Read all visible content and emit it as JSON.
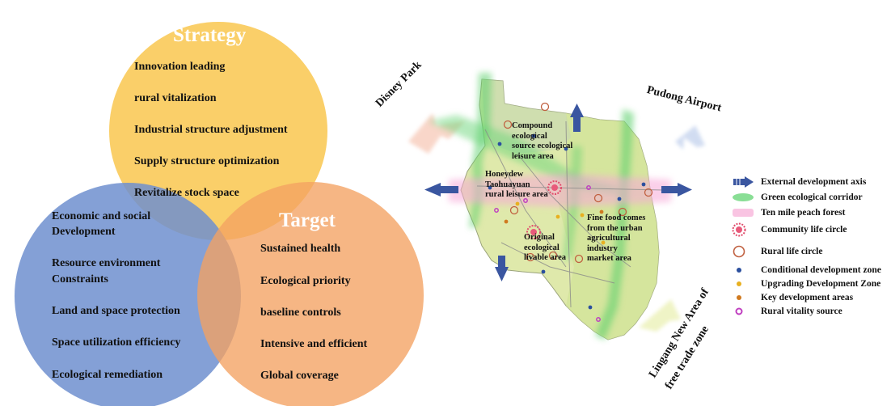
{
  "venn": {
    "strategy": {
      "title": "Strategy",
      "items": [
        "Innovation leading",
        "rural vitalization",
        "Industrial structure adjustment",
        "Supply structure optimization",
        "Revitalize stock space"
      ]
    },
    "target": {
      "title": "Target",
      "items": [
        "Sustained health",
        "Ecological priority",
        "baseline controls",
        "Intensive and efficient",
        "Global coverage"
      ]
    },
    "base": {
      "items": [
        "Economic and social",
        "Development",
        "Resource environment",
        "Constraints",
        "Land and space protection",
        "Space utilization efficiency",
        "Ecological remediation"
      ]
    },
    "colors": {
      "strategy": "#f9c74f",
      "target": "#f4a261",
      "base": "#6f8fcf"
    }
  },
  "map": {
    "directions": {
      "disney": "Disney Park",
      "pudong": "Pudong Airport",
      "lingang_1": "Lingang New Area of",
      "lingang_2": "free trade zone"
    },
    "areas": {
      "compound": [
        "Compound",
        "ecological",
        "source ecological",
        "leisure area"
      ],
      "honeydew": [
        "Honeydew",
        "Taohuayuan",
        "rural leisure area"
      ],
      "original": [
        "Original",
        "ecological",
        "livable area"
      ],
      "finefood": [
        "Fine food comes",
        "from the urban",
        "agricultural",
        "industry",
        "market area"
      ]
    }
  },
  "legend": [
    {
      "icon": "external-axis-icon",
      "label": "External development axis"
    },
    {
      "icon": "green-corridor-icon",
      "label": "Green ecological corridor"
    },
    {
      "icon": "peach-forest-icon",
      "label": "Ten mile peach forest"
    },
    {
      "icon": "community-circle-icon",
      "label": "Community life circle"
    },
    {
      "icon": "rural-circle-icon",
      "label": "Rural life circle"
    },
    {
      "icon": "conditional-dot-icon",
      "label": "Conditional development zone"
    },
    {
      "icon": "upgrading-dot-icon",
      "label": "Upgrading Development Zone"
    },
    {
      "icon": "key-dot-icon",
      "label": "Key development areas"
    },
    {
      "icon": "vitality-ring-icon",
      "label": "Rural vitality source"
    }
  ]
}
